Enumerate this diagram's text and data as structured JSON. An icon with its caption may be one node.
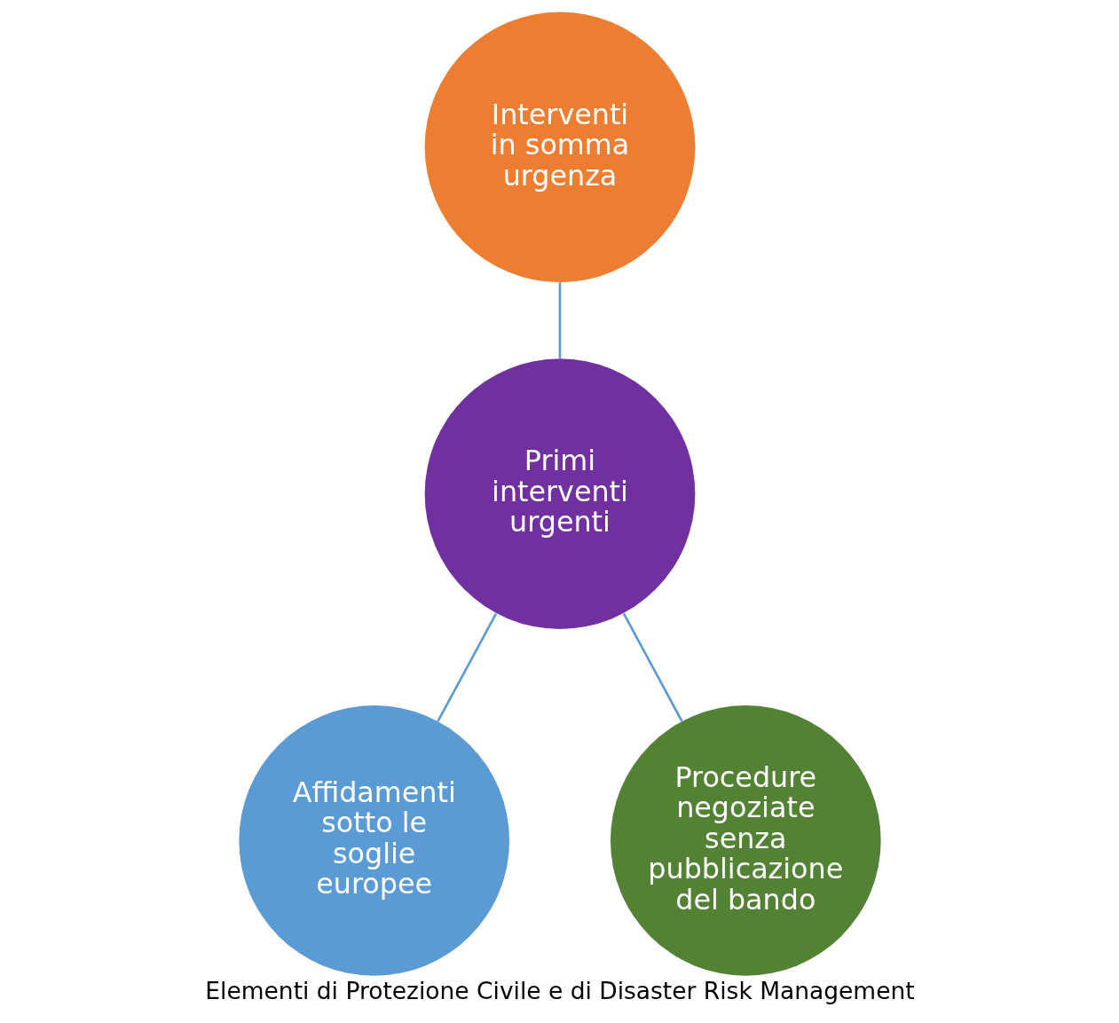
{
  "diagram": {
    "caption": "Elementi di Protezione Civile e di Disaster Risk Management",
    "nodes": [
      {
        "text": [
          "Interventi in somma urgenza"
        ]
      },
      {
        "text": [
          "Primi interventi urgenti"
        ]
      },
      {
        "text": [
          "Affidamenti sotto le soglie europee"
        ]
      },
      {
        "text": [
          "Procedure negoziate senza pubblicazione del bando"
        ]
      }
    ],
    "edges": [
      {
        "from": 1,
        "to": 0,
        "arrow": "none"
      },
      {
        "from": 1,
        "to": 2,
        "arrow": "none"
      },
      {
        "from": 1,
        "to": 3,
        "arrow": "none"
      }
    ]
  }
}
